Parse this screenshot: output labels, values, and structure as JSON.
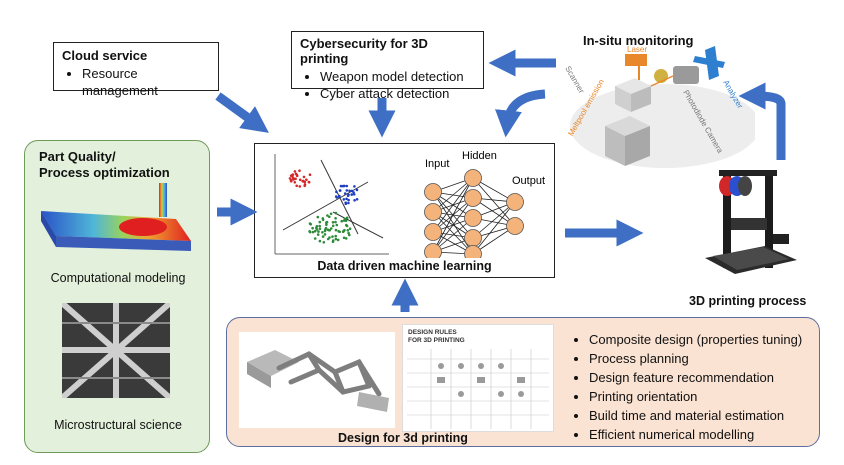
{
  "cloud": {
    "title": "Cloud service",
    "items": [
      "Resource management"
    ]
  },
  "cyber": {
    "title": "Cybersecurity for 3D printing",
    "items": [
      "Weapon model detection",
      "Cyber attack detection"
    ]
  },
  "insitu": {
    "title": "In-situ monitoring",
    "labels": {
      "laser": "Laser",
      "scanner": "Scanner",
      "meltpool": "Meltpool emission",
      "photodiode": "Photodiode Camera",
      "analyzer": "Analyzer"
    }
  },
  "part_quality": {
    "title_line1": "Part Quality/",
    "title_line2": "Process optimization",
    "caption_comp": "Computational modeling",
    "caption_micro": "Microstructural science"
  },
  "ml": {
    "title": "Data driven machine learning",
    "nn_labels": {
      "input": "Input",
      "hidden": "Hidden",
      "output": "Output"
    }
  },
  "printer": {
    "caption": "3D printing process"
  },
  "design": {
    "caption": "Design for 3d printing",
    "sheet_title_line1": "DESIGN RULES",
    "sheet_title_line2": "FOR 3D PRINTING",
    "items": [
      "Composite design (properties tuning)",
      "Process planning",
      "Design feature recommendation",
      "Printing orientation",
      "Build time and material estimation",
      "Efficient numerical modelling"
    ]
  },
  "colors": {
    "arrow": "#3e6fc4",
    "green_panel": "#e3f1dc",
    "peach_panel": "#fbe3d3",
    "node": "#f4b37a",
    "cluster_red": "#d62728",
    "cluster_blue": "#1f3fbf",
    "cluster_green": "#2e8b3a"
  }
}
